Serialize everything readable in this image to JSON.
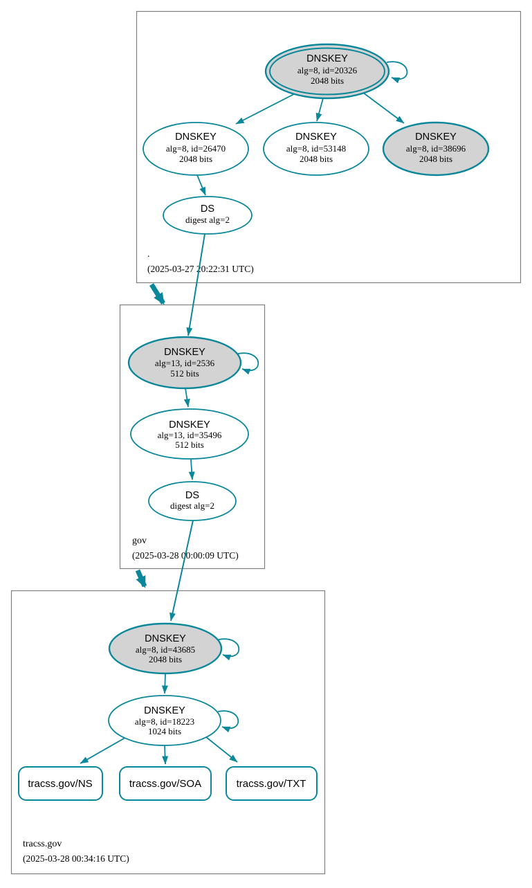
{
  "colors": {
    "edge": "#0a879a",
    "ksk_fill": "#d3d3d3",
    "node_fill": "#ffffff",
    "box_border": "#7f7f7f",
    "text": "#000000"
  },
  "zones": {
    "root": {
      "label": ".",
      "timestamp": "(2025-03-27 20:22:31 UTC)",
      "ksk": {
        "title": "DNSKEY",
        "detail": "alg=8, id=20326",
        "bits": "2048 bits"
      },
      "key26470": {
        "title": "DNSKEY",
        "detail": "alg=8, id=26470",
        "bits": "2048 bits"
      },
      "key53148": {
        "title": "DNSKEY",
        "detail": "alg=8, id=53148",
        "bits": "2048 bits"
      },
      "key38696": {
        "title": "DNSKEY",
        "detail": "alg=8, id=38696",
        "bits": "2048 bits"
      },
      "ds": {
        "title": "DS",
        "detail": "digest alg=2"
      }
    },
    "gov": {
      "label": "gov",
      "timestamp": "(2025-03-28 00:00:09 UTC)",
      "ksk": {
        "title": "DNSKEY",
        "detail": "alg=13, id=2536",
        "bits": "512 bits"
      },
      "zsk": {
        "title": "DNSKEY",
        "detail": "alg=13, id=35496",
        "bits": "512 bits"
      },
      "ds": {
        "title": "DS",
        "detail": "digest alg=2"
      }
    },
    "tracss": {
      "label": "tracss.gov",
      "timestamp": "(2025-03-28 00:34:16 UTC)",
      "ksk": {
        "title": "DNSKEY",
        "detail": "alg=8, id=43685",
        "bits": "2048 bits"
      },
      "zsk": {
        "title": "DNSKEY",
        "detail": "alg=8, id=18223",
        "bits": "1024 bits"
      },
      "rrsets": [
        {
          "label": "tracss.gov/NS"
        },
        {
          "label": "tracss.gov/SOA"
        },
        {
          "label": "tracss.gov/TXT"
        }
      ]
    }
  }
}
